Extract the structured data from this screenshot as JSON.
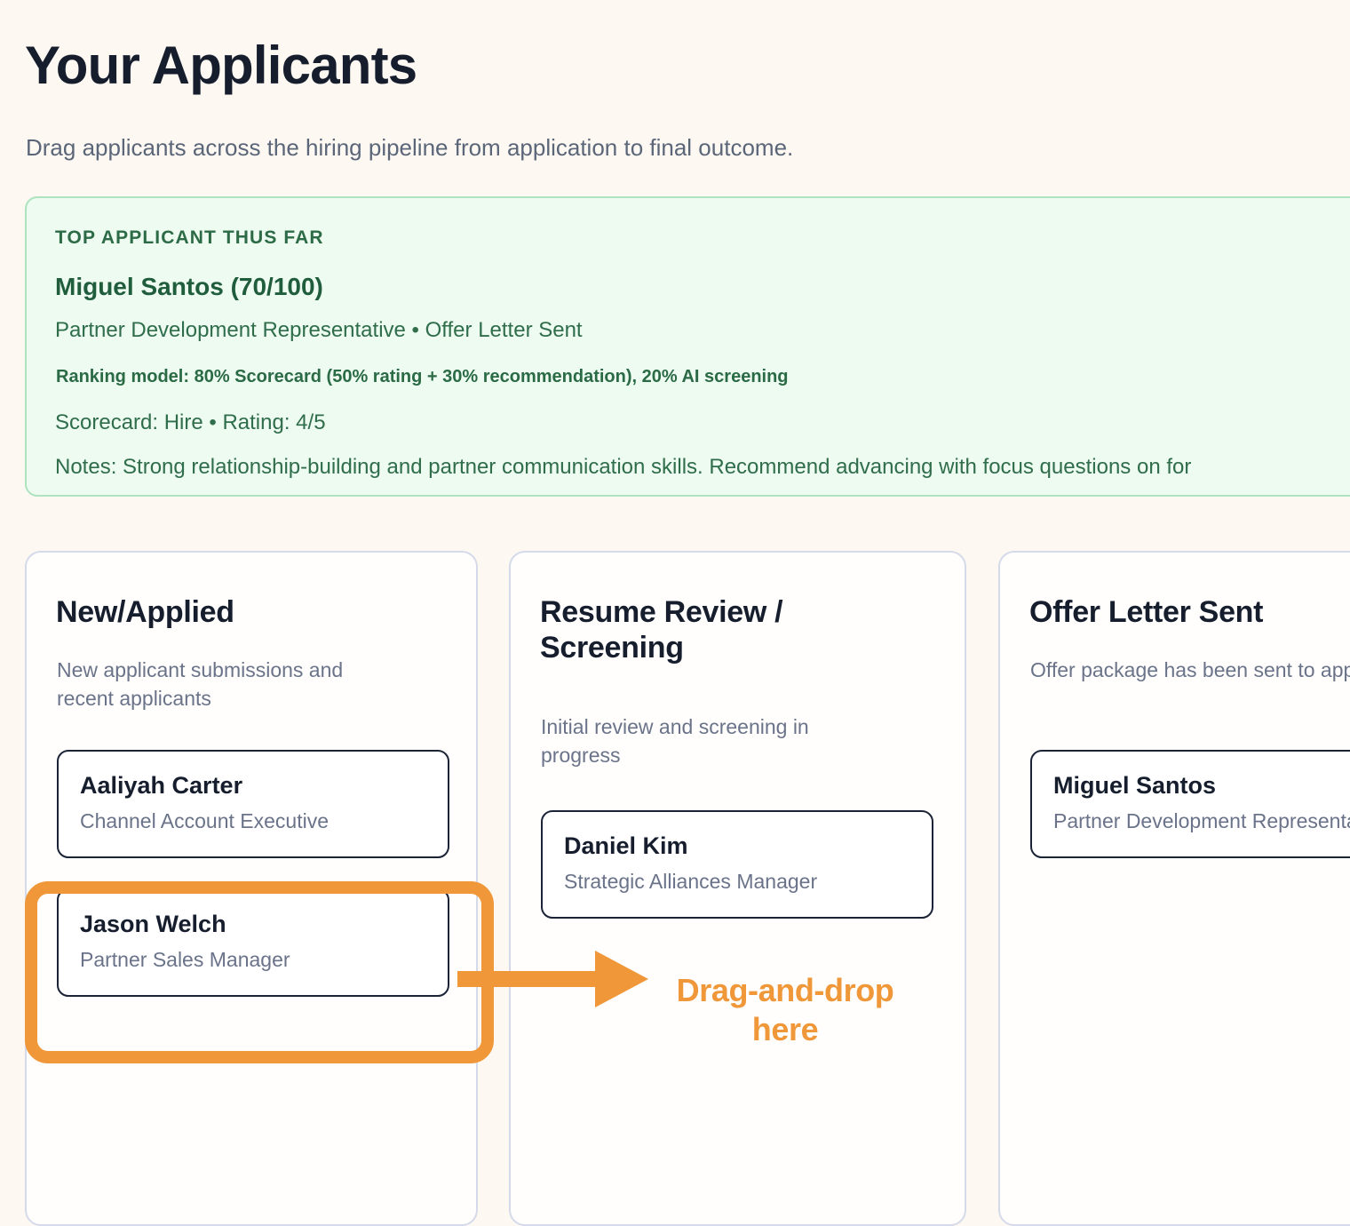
{
  "header": {
    "title": "Your Applicants",
    "subtitle": "Drag applicants across the hiring pipeline from application to final outcome."
  },
  "top_applicant_banner": {
    "kicker": "TOP APPLICANT THUS FAR",
    "name_and_score": "Miguel Santos (70/100)",
    "role_and_stage": "Partner Development Representative • Offer Letter Sent",
    "ranking_model": "Ranking model: 80% Scorecard (50% rating + 30% recommendation), 20% AI screening",
    "scorecard_line": "Scorecard: Hire • Rating: 4/5",
    "notes": "Notes: Strong relationship-building and partner communication skills. Recommend advancing with focus questions on for",
    "background_color": "#EDFBF1",
    "border_color": "#ADE3BE",
    "text_color": "#2F6D4B"
  },
  "board": {
    "columns": [
      {
        "title": "New/Applied",
        "description": "New applicant submissions and recent applicants",
        "cards": [
          {
            "name": "Aaliyah Carter",
            "role": "Channel Account Executive"
          },
          {
            "name": "Jason Welch",
            "role": "Partner Sales Manager"
          }
        ]
      },
      {
        "title": "Resume Review / Screening",
        "description": "Initial review and screening in progress",
        "cards": [
          {
            "name": "Daniel Kim",
            "role": "Strategic Alliances Manager"
          }
        ]
      },
      {
        "title": "Offer Letter Sent",
        "description": "Offer package has been sent to applicant",
        "cards": [
          {
            "name": "Miguel Santos",
            "role": "Partner Development Representative"
          }
        ]
      }
    ]
  },
  "annotation": {
    "drag_label": "Drag-and-drop here",
    "accent_color": "#EF9739"
  },
  "theme": {
    "page_background": "#FDF8F2",
    "heading_color": "#161E2E",
    "muted_text_color": "#6A7389",
    "card_border_color": "#1B2336",
    "column_border_color": "#D5DAEA"
  }
}
